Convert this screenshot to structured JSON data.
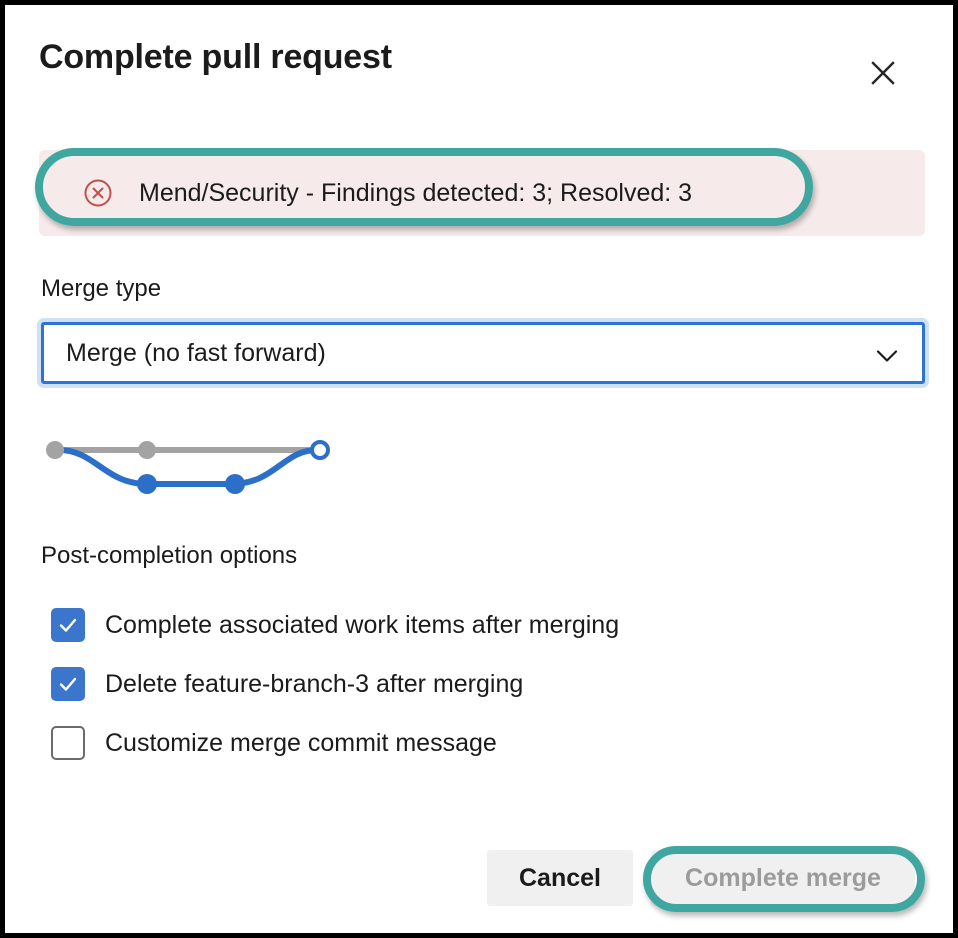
{
  "dialog": {
    "title": "Complete pull request",
    "close_icon": "close-icon"
  },
  "error_banner": {
    "icon": "error-circle-x-icon",
    "text": "Mend/Security - Findings detected: 3; Resolved: 3",
    "background_color": "#f7eaea",
    "icon_color": "#c0504d"
  },
  "annotation": {
    "color": "#3fa7a0",
    "shape": "oval-highlight"
  },
  "merge_type": {
    "label": "Merge type",
    "selected": "Merge (no fast forward)",
    "chevron_icon": "chevron-down-icon",
    "focus_border_color": "#2b74d4"
  },
  "merge_graph": {
    "name": "merge-graph-diagram",
    "main_line_color": "#a3a3a3",
    "branch_color": "#2b6fc9",
    "nodes": 5
  },
  "post_completion": {
    "label": "Post-completion options",
    "options": [
      {
        "label": "Complete associated work items after merging",
        "checked": true
      },
      {
        "label": "Delete feature-branch-3 after merging",
        "checked": true
      },
      {
        "label": "Customize merge commit message",
        "checked": false
      }
    ],
    "checkbox_checked_color": "#3b76cc"
  },
  "footer": {
    "cancel_label": "Cancel",
    "complete_label": "Complete merge",
    "complete_disabled": true
  }
}
